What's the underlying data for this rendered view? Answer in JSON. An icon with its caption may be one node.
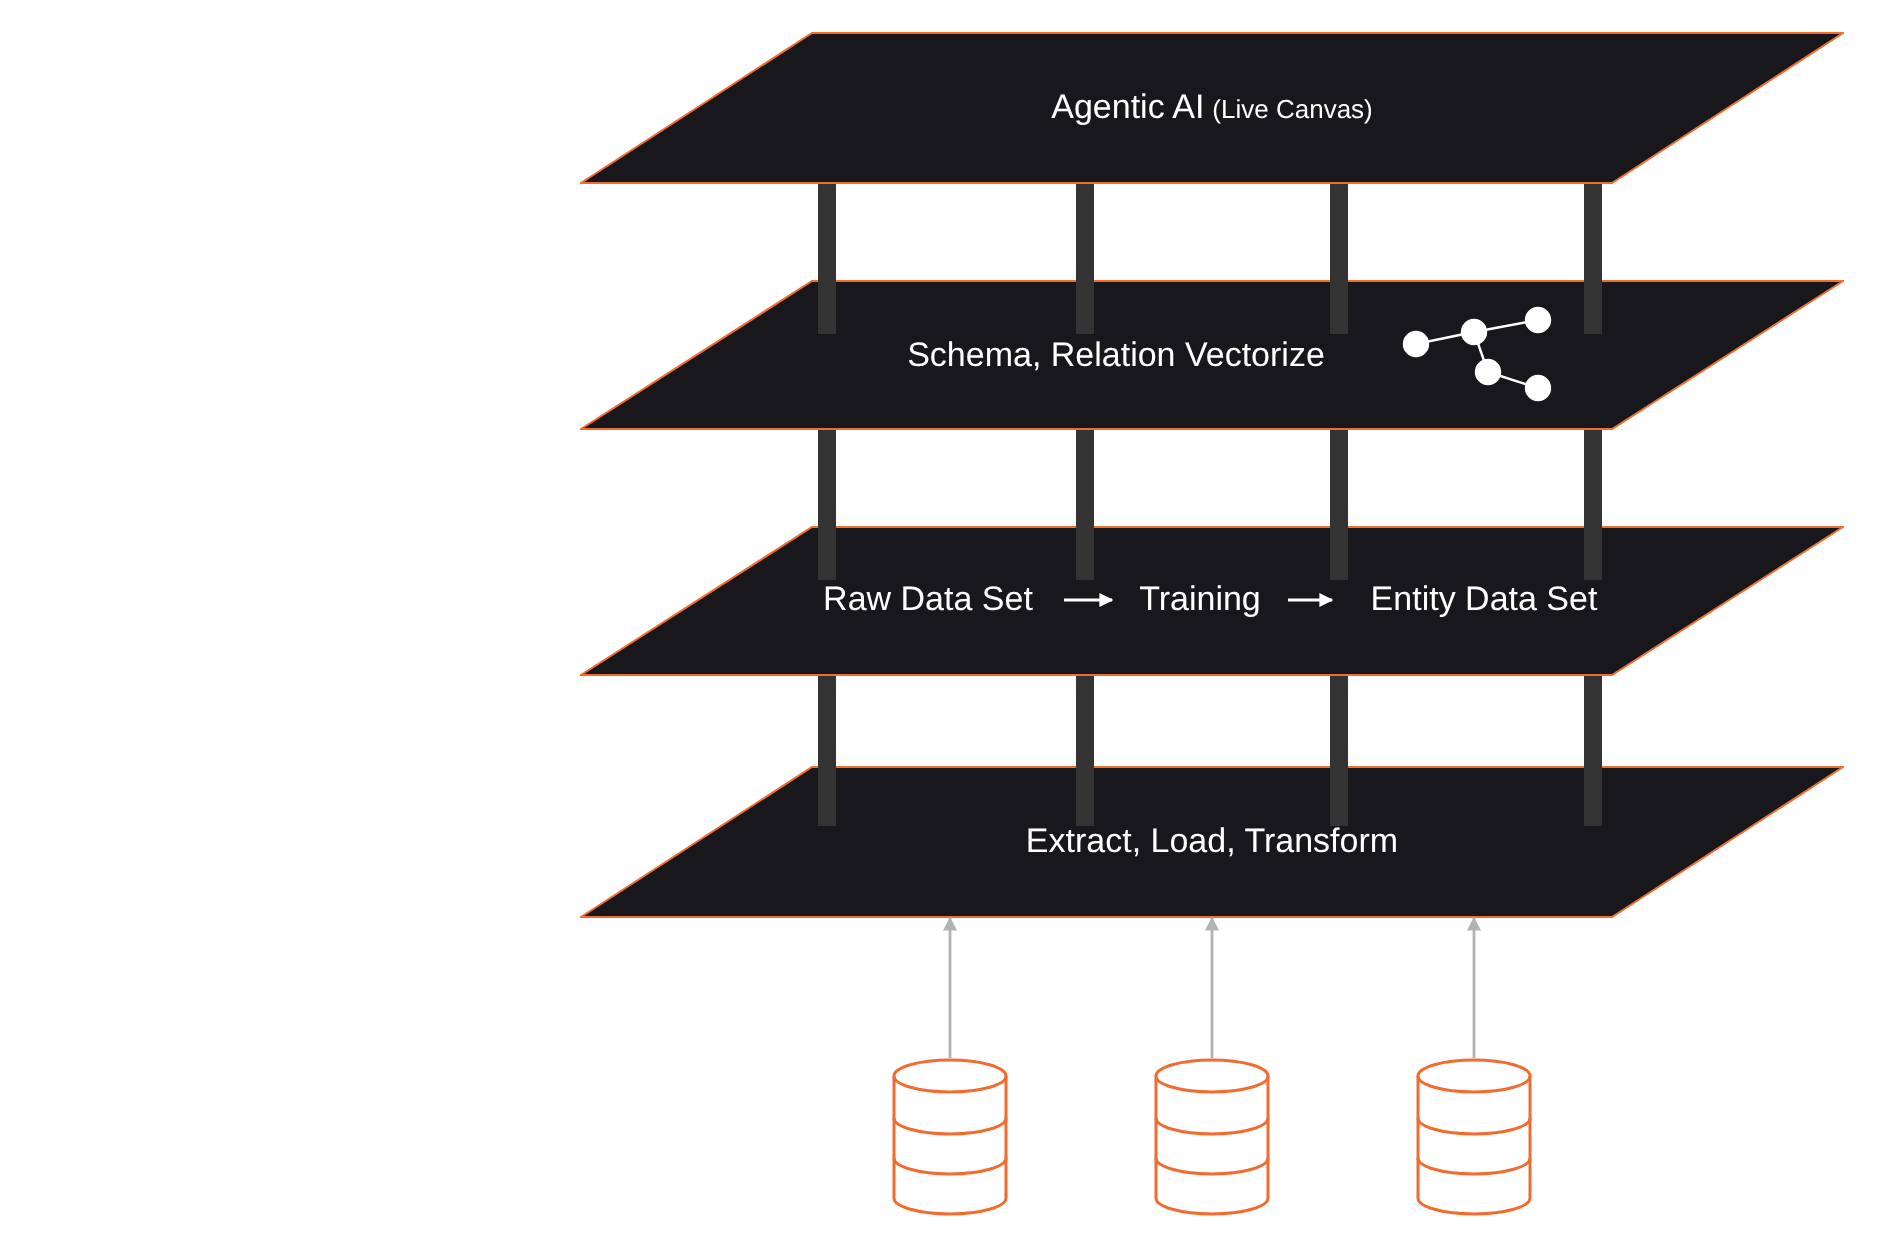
{
  "diagram": {
    "nodes": [
      {
        "text": [
          "Agentic AI",
          "(Live Canvas)"
        ]
      },
      {
        "text": [
          "Schema, Relation Vectorize"
        ]
      },
      {
        "text": [],
        "shape": "parallelogram"
      },
      {
        "text": [
          "Raw Data Set"
        ],
        "in": 2
      },
      {
        "text": [
          "Training"
        ],
        "in": 2
      },
      {
        "text": [
          "Entity Data Set"
        ],
        "in": 2
      },
      {
        "text": [
          "Extract, Load, Transform"
        ]
      },
      {
        "text": [],
        "shape": "cylinder"
      },
      {
        "text": [],
        "shape": "cylinder"
      },
      {
        "text": [],
        "shape": "cylinder"
      }
    ],
    "edges": [
      {
        "from": 3,
        "to": 4,
        "arrow": "to",
        "color": "#ffffff"
      },
      {
        "from": 4,
        "to": 5,
        "arrow": "to",
        "color": "#ffffff"
      },
      {
        "from": 7,
        "to": 6,
        "arrow": "to"
      },
      {
        "from": 8,
        "to": 6,
        "arrow": "to"
      },
      {
        "from": 9,
        "to": 6,
        "arrow": "to"
      }
    ]
  }
}
